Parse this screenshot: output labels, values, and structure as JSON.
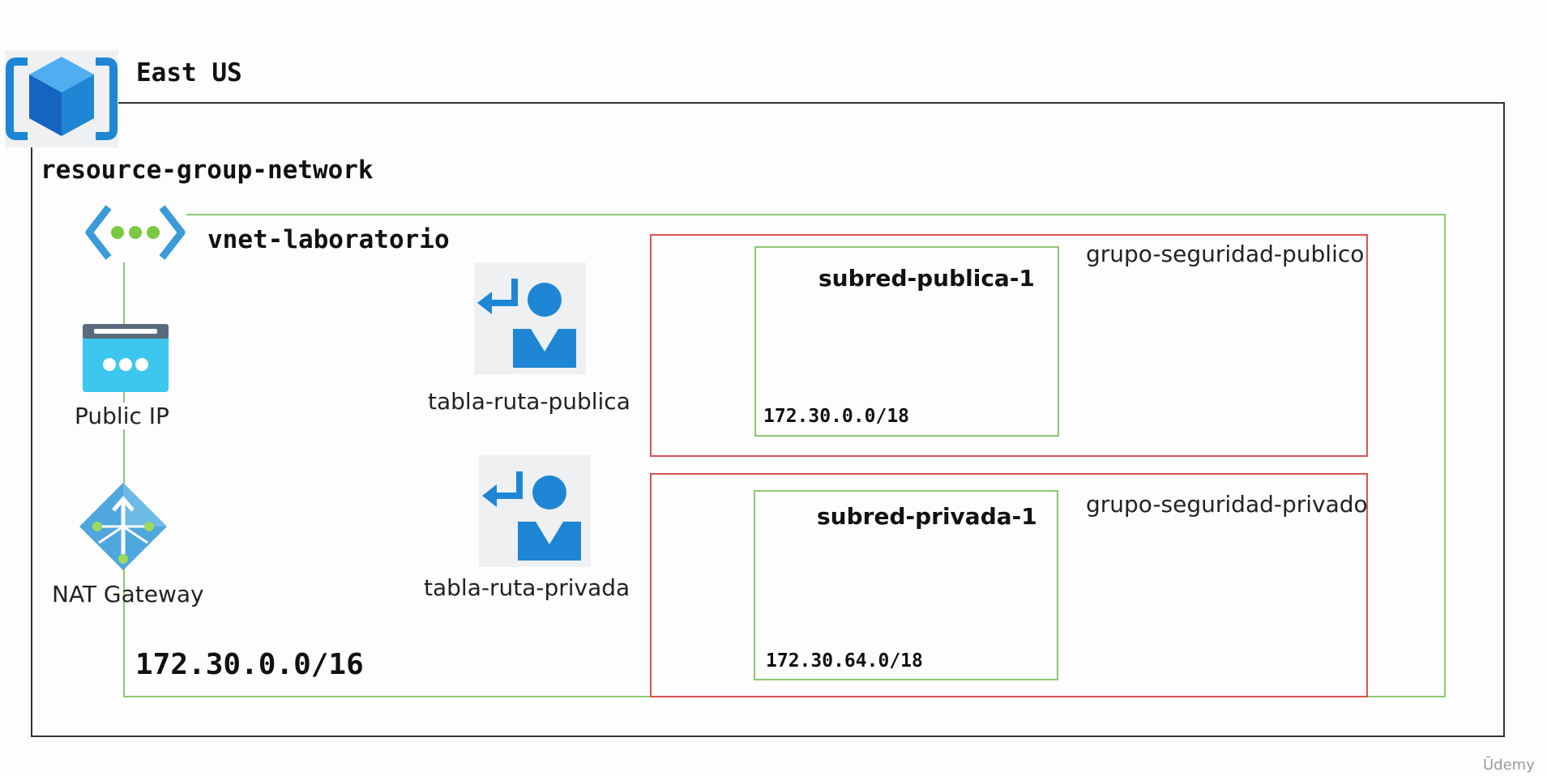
{
  "region": {
    "label": "East US"
  },
  "resource_group": {
    "label": "resource-group-network"
  },
  "vnet": {
    "label": "vnet-laboratorio",
    "cidr": "172.30.0.0/16"
  },
  "public_ip": {
    "label": "Public IP"
  },
  "nat_gateway": {
    "label": "NAT Gateway"
  },
  "route_tables": {
    "public": {
      "label": "tabla-ruta-publica"
    },
    "private": {
      "label": "tabla-ruta-privada"
    }
  },
  "security_groups": {
    "public": {
      "label": "grupo-seguridad-publico"
    },
    "private": {
      "label": "grupo-seguridad-privado"
    }
  },
  "subnets": {
    "public": {
      "name": "subred-publica-1",
      "cidr": "172.30.0.0/18"
    },
    "private": {
      "name": "subred-privada-1",
      "cidr": "172.30.64.0/18"
    }
  },
  "watermark": {
    "label": "Ūdemy"
  },
  "colors": {
    "region_border": "#333333",
    "vnet_border": "#8dc86f",
    "nsg_border": "#d9534f",
    "subnet_border": "#8dc86f",
    "azure_blue": "#0078d4"
  }
}
